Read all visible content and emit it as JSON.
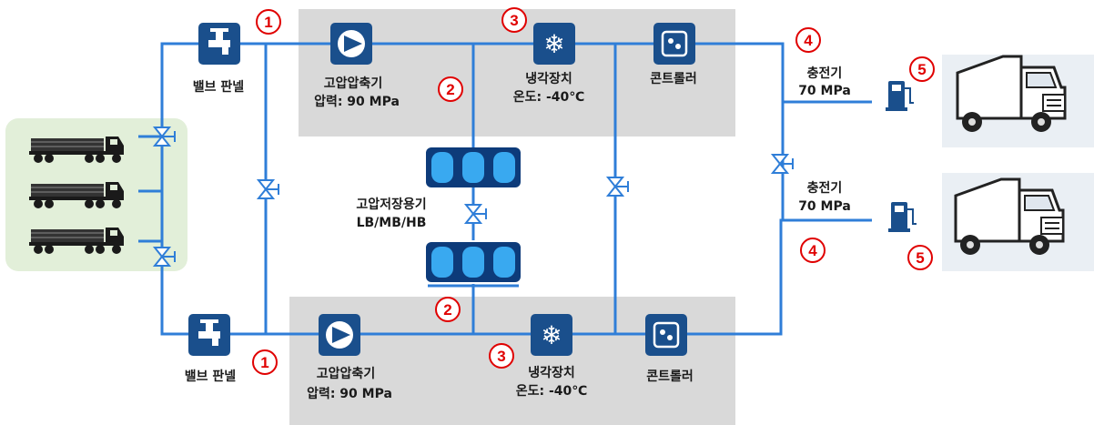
{
  "colors": {
    "pipe": "#2f7ed8",
    "device_fill": "#1a4f8c",
    "shaded_box": "#d9d9d9",
    "truck_panel": "#e2efd9",
    "marker": "#e00000"
  },
  "upper_line": {
    "valve_panel": {
      "label": "밸브 판넬",
      "icon": "faucet-icon"
    },
    "compressor": {
      "label": "고압압축기",
      "spec": "압력: 90 MPa",
      "icon": "compressor-icon"
    },
    "cooler": {
      "label": "냉각장치",
      "spec": "온도: -40℃",
      "icon": "snowflake-icon"
    },
    "controller": {
      "label": "콘트롤러",
      "icon": "controller-icon"
    }
  },
  "lower_line": {
    "valve_panel": {
      "label": "밸브 판넬",
      "icon": "faucet-icon"
    },
    "compressor": {
      "label": "고압압축기",
      "spec": "압력: 90 MPa",
      "icon": "compressor-icon"
    },
    "cooler": {
      "label": "냉각장치",
      "spec": "온도: -40℃",
      "icon": "snowflake-icon"
    },
    "controller": {
      "label": "콘트롤러",
      "icon": "controller-icon"
    }
  },
  "storage": {
    "label": "고압저장용기",
    "types": "LB/MB/HB",
    "icon": "tank-icon"
  },
  "dispensers": [
    {
      "label": "충전기",
      "pressure": "70 MPa",
      "icon": "fuel-pump-icon"
    },
    {
      "label": "충전기",
      "pressure": "70 MPa",
      "icon": "fuel-pump-icon"
    }
  ],
  "markers": [
    "1",
    "2",
    "3",
    "4",
    "5"
  ],
  "trailers": {
    "count": 3,
    "icon": "tube-trailer-icon"
  },
  "vehicles": {
    "count": 2,
    "icon": "hydrogen-truck-icon"
  }
}
